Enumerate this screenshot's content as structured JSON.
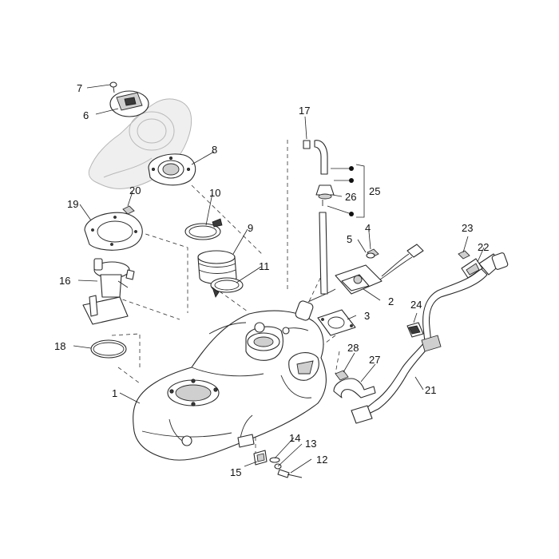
{
  "diagram": {
    "type": "exploded-parts-diagram",
    "callouts": [
      {
        "id": "c1",
        "label": "1"
      },
      {
        "id": "c2",
        "label": "2"
      },
      {
        "id": "c3",
        "label": "3"
      },
      {
        "id": "c4",
        "label": "4"
      },
      {
        "id": "c5",
        "label": "5"
      },
      {
        "id": "c6",
        "label": "6"
      },
      {
        "id": "c7",
        "label": "7"
      },
      {
        "id": "c8",
        "label": "8"
      },
      {
        "id": "c9",
        "label": "9"
      },
      {
        "id": "c10",
        "label": "10"
      },
      {
        "id": "c11",
        "label": "11"
      },
      {
        "id": "c12",
        "label": "12"
      },
      {
        "id": "c13",
        "label": "13"
      },
      {
        "id": "c14",
        "label": "14"
      },
      {
        "id": "c15",
        "label": "15"
      },
      {
        "id": "c16",
        "label": "16"
      },
      {
        "id": "c17",
        "label": "17"
      },
      {
        "id": "c18",
        "label": "18"
      },
      {
        "id": "c19",
        "label": "19"
      },
      {
        "id": "c20",
        "label": "20"
      },
      {
        "id": "c21",
        "label": "21"
      },
      {
        "id": "c22",
        "label": "22"
      },
      {
        "id": "c23",
        "label": "23"
      },
      {
        "id": "c24",
        "label": "24"
      },
      {
        "id": "c25",
        "label": "25"
      },
      {
        "id": "c26",
        "label": "26"
      },
      {
        "id": "c27",
        "label": "27"
      },
      {
        "id": "c28",
        "label": "28"
      }
    ]
  }
}
